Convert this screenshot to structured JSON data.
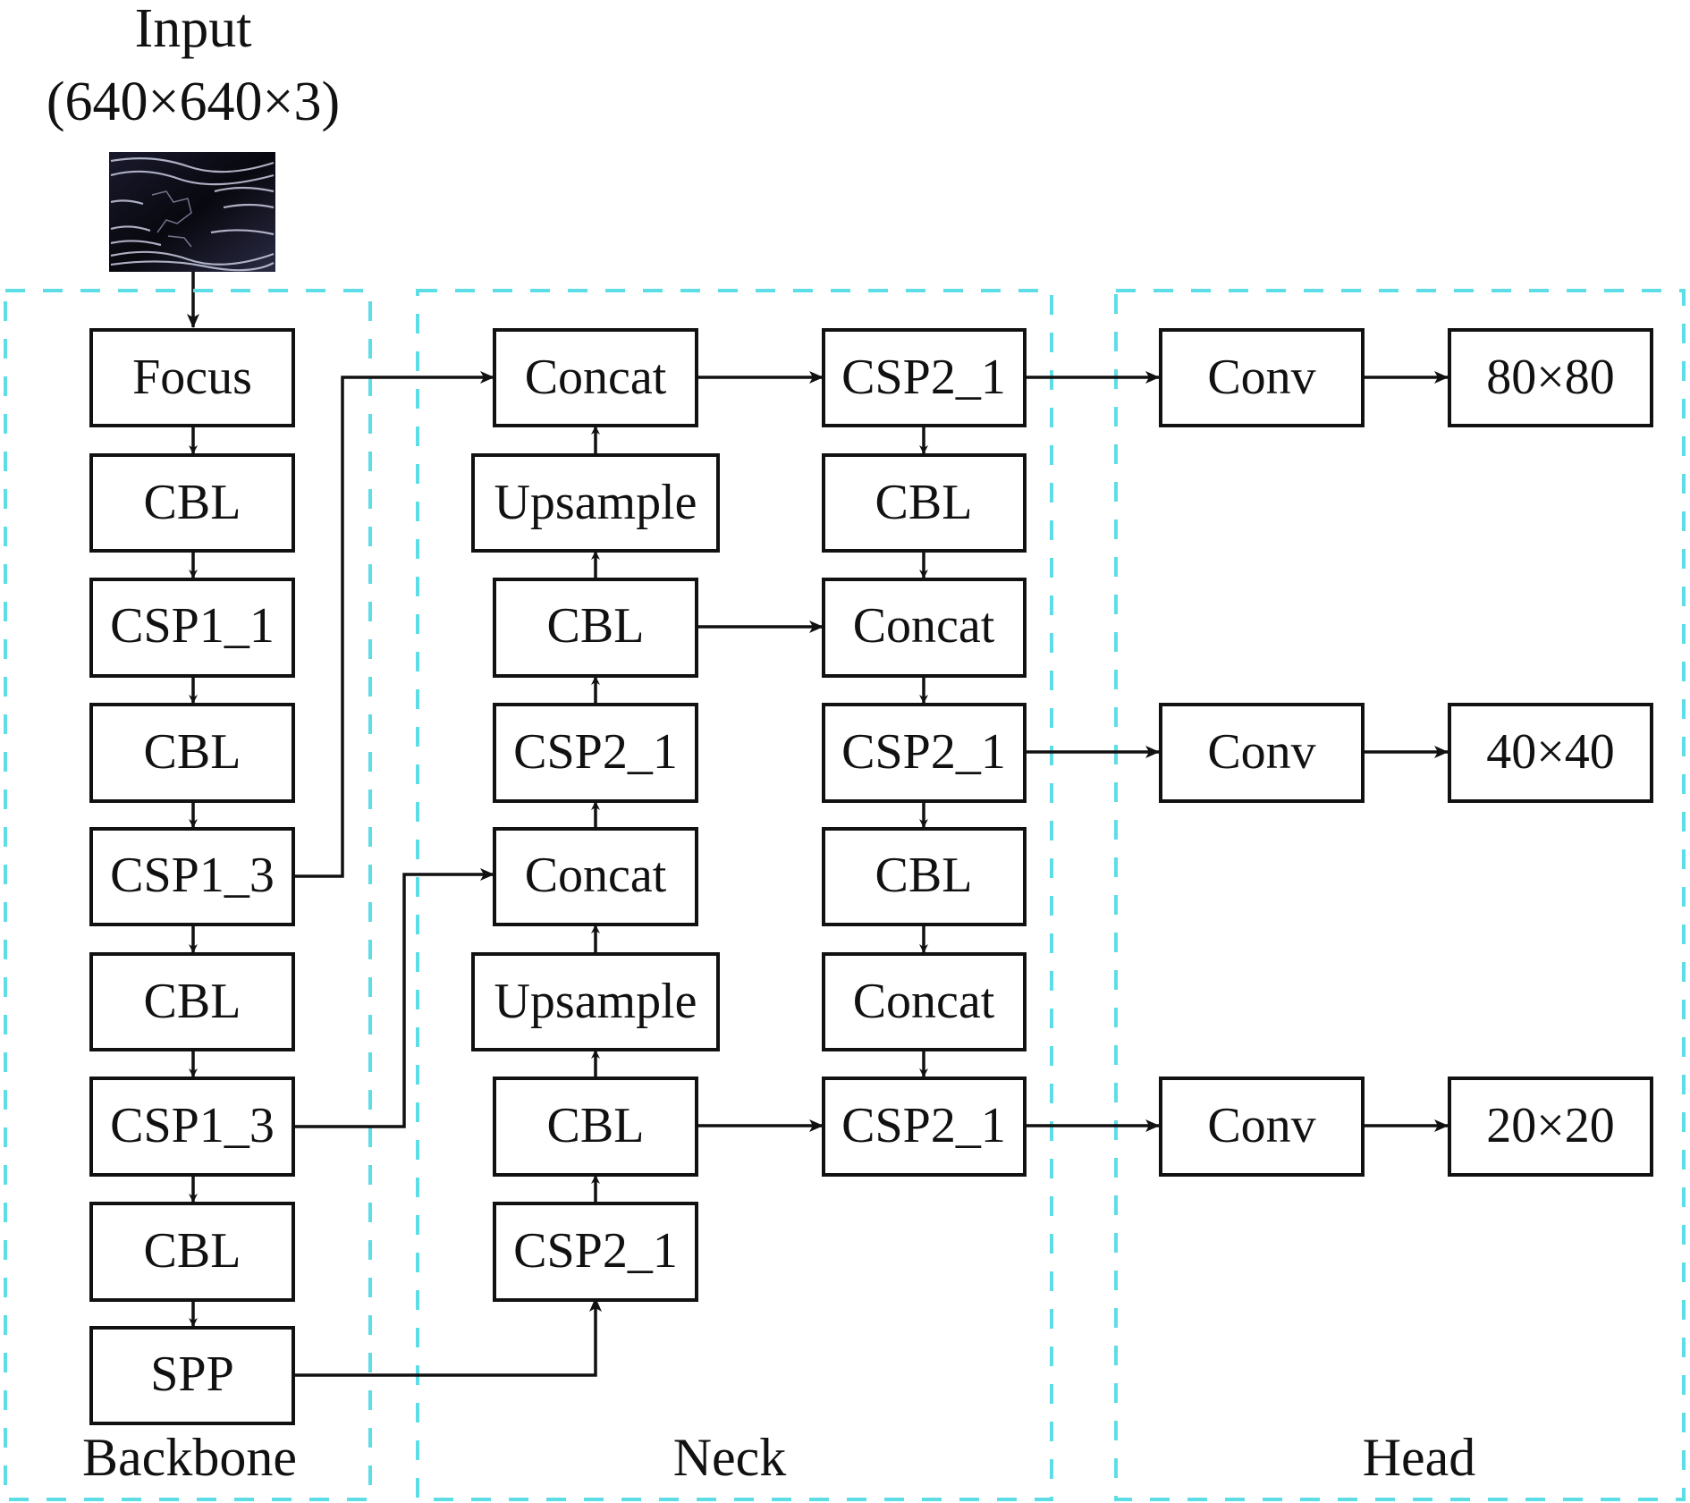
{
  "input": {
    "title": "Input",
    "dims": "(640×640×3)",
    "thumbnail": "wire-rope-image"
  },
  "regions": [
    {
      "id": "backbone",
      "label": "Backbone"
    },
    {
      "id": "neck",
      "label": "Neck"
    },
    {
      "id": "head",
      "label": "Head"
    }
  ],
  "colors": {
    "region_border": "#5DDDE6",
    "box_border": "#111111",
    "arrow": "#111111"
  },
  "nodes": [
    {
      "id": "b_focus",
      "label": "Focus",
      "region": "backbone"
    },
    {
      "id": "b_cbl1",
      "label": "CBL",
      "region": "backbone"
    },
    {
      "id": "b_csp1_1",
      "label": "CSP1_1",
      "region": "backbone"
    },
    {
      "id": "b_cbl2",
      "label": "CBL",
      "region": "backbone"
    },
    {
      "id": "b_csp1_3a",
      "label": "CSP1_3",
      "region": "backbone"
    },
    {
      "id": "b_cbl3",
      "label": "CBL",
      "region": "backbone"
    },
    {
      "id": "b_csp1_3b",
      "label": "CSP1_3",
      "region": "backbone"
    },
    {
      "id": "b_cbl4",
      "label": "CBL",
      "region": "backbone"
    },
    {
      "id": "b_spp",
      "label": "SPP",
      "region": "backbone"
    },
    {
      "id": "n1_concat1",
      "label": "Concat",
      "region": "neck"
    },
    {
      "id": "n1_upsample1",
      "label": "Upsample",
      "region": "neck"
    },
    {
      "id": "n1_cbl1",
      "label": "CBL",
      "region": "neck"
    },
    {
      "id": "n1_csp2_1a",
      "label": "CSP2_1",
      "region": "neck"
    },
    {
      "id": "n1_concat2",
      "label": "Concat",
      "region": "neck"
    },
    {
      "id": "n1_upsample2",
      "label": "Upsample",
      "region": "neck"
    },
    {
      "id": "n1_cbl2",
      "label": "CBL",
      "region": "neck"
    },
    {
      "id": "n1_csp2_1b",
      "label": "CSP2_1",
      "region": "neck"
    },
    {
      "id": "n2_csp2_1a",
      "label": "CSP2_1",
      "region": "neck"
    },
    {
      "id": "n2_cbl1",
      "label": "CBL",
      "region": "neck"
    },
    {
      "id": "n2_concat1",
      "label": "Concat",
      "region": "neck"
    },
    {
      "id": "n2_csp2_1b",
      "label": "CSP2_1",
      "region": "neck"
    },
    {
      "id": "n2_cbl2",
      "label": "CBL",
      "region": "neck"
    },
    {
      "id": "n2_concat2",
      "label": "Concat",
      "region": "neck"
    },
    {
      "id": "n2_csp2_1c",
      "label": "CSP2_1",
      "region": "neck"
    },
    {
      "id": "h_conv1",
      "label": "Conv",
      "region": "head"
    },
    {
      "id": "h_out1",
      "label": "80×80",
      "region": "head"
    },
    {
      "id": "h_conv2",
      "label": "Conv",
      "region": "head"
    },
    {
      "id": "h_out2",
      "label": "40×40",
      "region": "head"
    },
    {
      "id": "h_conv3",
      "label": "Conv",
      "region": "head"
    },
    {
      "id": "h_out3",
      "label": "20×20",
      "region": "head"
    }
  ],
  "edges": [
    [
      "input",
      "b_focus"
    ],
    [
      "b_focus",
      "b_cbl1"
    ],
    [
      "b_cbl1",
      "b_csp1_1"
    ],
    [
      "b_csp1_1",
      "b_cbl2"
    ],
    [
      "b_cbl2",
      "b_csp1_3a"
    ],
    [
      "b_csp1_3a",
      "b_cbl3"
    ],
    [
      "b_cbl3",
      "b_csp1_3b"
    ],
    [
      "b_csp1_3b",
      "b_cbl4"
    ],
    [
      "b_cbl4",
      "b_spp"
    ],
    [
      "b_csp1_3a",
      "n1_concat1"
    ],
    [
      "b_csp1_3b",
      "n1_concat2"
    ],
    [
      "b_spp",
      "n1_csp2_1b"
    ],
    [
      "n1_csp2_1b",
      "n1_cbl2"
    ],
    [
      "n1_cbl2",
      "n1_upsample2"
    ],
    [
      "n1_upsample2",
      "n1_concat2"
    ],
    [
      "n1_concat2",
      "n1_csp2_1a"
    ],
    [
      "n1_csp2_1a",
      "n1_cbl1"
    ],
    [
      "n1_cbl1",
      "n1_upsample1"
    ],
    [
      "n1_upsample1",
      "n1_concat1"
    ],
    [
      "n1_concat1",
      "n2_csp2_1a"
    ],
    [
      "n2_csp2_1a",
      "n2_cbl1"
    ],
    [
      "n2_cbl1",
      "n2_concat1"
    ],
    [
      "n1_cbl1",
      "n2_concat1"
    ],
    [
      "n2_concat1",
      "n2_csp2_1b"
    ],
    [
      "n2_csp2_1b",
      "n2_cbl2"
    ],
    [
      "n2_cbl2",
      "n2_concat2"
    ],
    [
      "n2_concat2",
      "n2_csp2_1c"
    ],
    [
      "n1_cbl2",
      "n2_csp2_1c"
    ],
    [
      "n2_csp2_1a",
      "h_conv1"
    ],
    [
      "h_conv1",
      "h_out1"
    ],
    [
      "n2_csp2_1b",
      "h_conv2"
    ],
    [
      "h_conv2",
      "h_out2"
    ],
    [
      "n2_csp2_1c",
      "h_conv3"
    ],
    [
      "h_conv3",
      "h_out3"
    ]
  ]
}
